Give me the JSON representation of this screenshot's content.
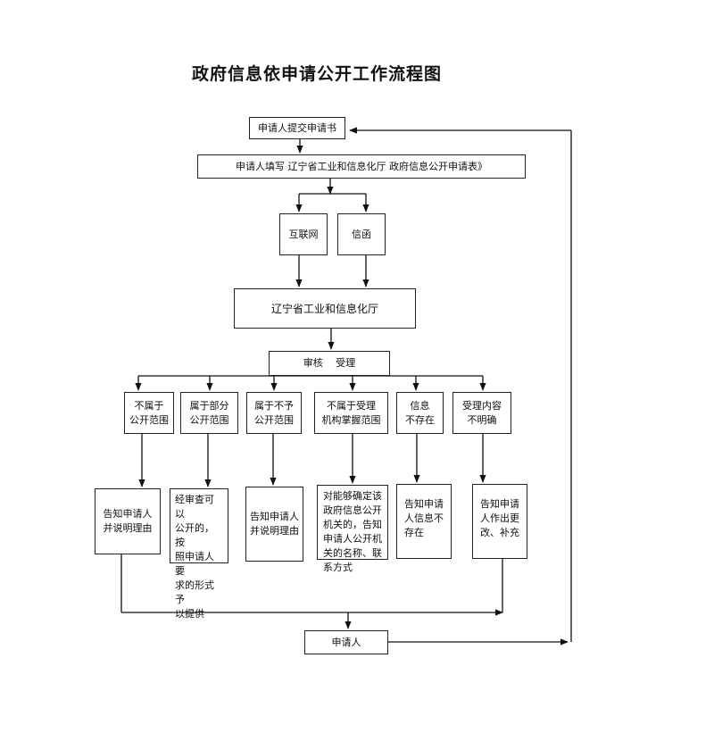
{
  "title": "政府信息依申请公开工作流程图",
  "nodes": {
    "submit": "申请人提交申请书",
    "fill_form": "申请人填写 辽宁省工业和信息化厅 政府信息公开申请表》",
    "internet": "互联网",
    "letter": "信函",
    "department": "辽宁省工业和信息化厅",
    "review": "审核　 受理",
    "cat1": "不属于\n公开范围",
    "cat2": "属于部分\n公开范围",
    "cat3": "属于不予\n公开范围",
    "cat4": "不属于受理\n机构掌握范围",
    "cat5": "信息\n不存在",
    "cat6": "受理内容\n不明确",
    "res1": "告知申请人\n并说明理由",
    "res2": "经审查可以\n公开的，按\n照申请人要\n求的形式予\n以提供",
    "res3": "告知申请人\n并说明理由",
    "res4": "对能够确定该\n政府信息公开\n机关的，告知\n申请人公开机\n关的名称、联\n系方式",
    "res5": "告知申请\n人信息不\n存在",
    "res6": "告知申请\n人作出更\n改、补充",
    "applicant": "申请人"
  }
}
